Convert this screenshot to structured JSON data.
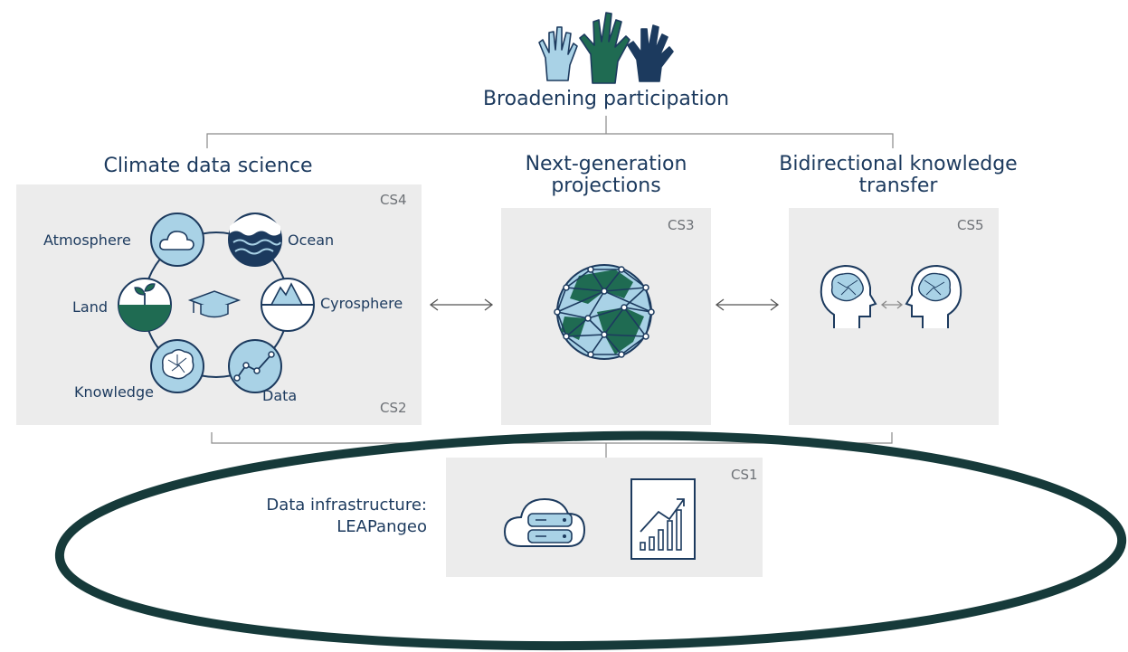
{
  "top": {
    "title": "Broadening participation"
  },
  "columns": {
    "climate_data_science": {
      "title": "Climate data science",
      "codes": [
        "CS4",
        "CS2"
      ],
      "nodes": [
        "Atmosphere",
        "Ocean",
        "Cyrosphere",
        "Data",
        "Knowledge",
        "Land"
      ]
    },
    "next_generation": {
      "title_line1": "Next-generation",
      "title_line2": "projections",
      "code": "CS3"
    },
    "bidirectional": {
      "title_line1": "Bidirectional knowledge",
      "title_line2": "transfer",
      "code": "CS5"
    }
  },
  "infrastructure": {
    "label_line1": "Data infrastructure:",
    "label_line2": "LEAPangeo",
    "code": "CS1"
  },
  "colors": {
    "navy": "#1c3a5e",
    "green": "#1f6b52",
    "light_blue": "#a9d2e6",
    "panel": "#ececec",
    "ellipse": "#163a3a"
  },
  "icons": [
    "raised-hands-icon",
    "cloud-icon",
    "ocean-waves-icon",
    "iceberg-icon",
    "chart-icon",
    "brain-icon",
    "sprout-icon",
    "graduation-cap-icon",
    "globe-network-icon",
    "head-brain-icon",
    "cloud-server-icon",
    "growth-chart-icon"
  ]
}
